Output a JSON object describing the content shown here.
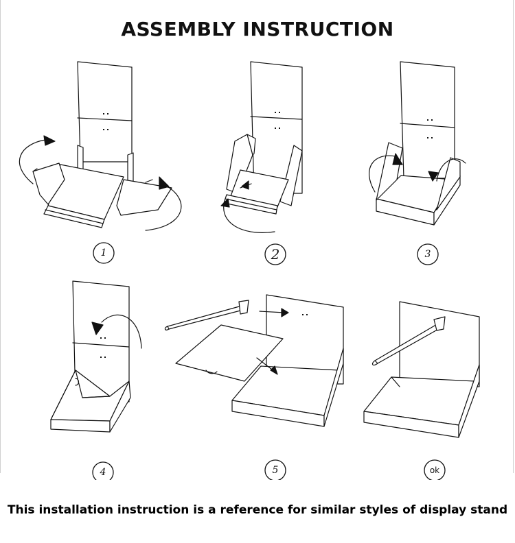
{
  "title": "ASSEMBLY INSTRUCTION",
  "steps": [
    {
      "label": "1"
    },
    {
      "label": "2"
    },
    {
      "label": "3"
    },
    {
      "label": "4"
    },
    {
      "label": "5"
    },
    {
      "label": "ok"
    }
  ],
  "caption": "This installation instruction is a reference for similar styles of display stand"
}
